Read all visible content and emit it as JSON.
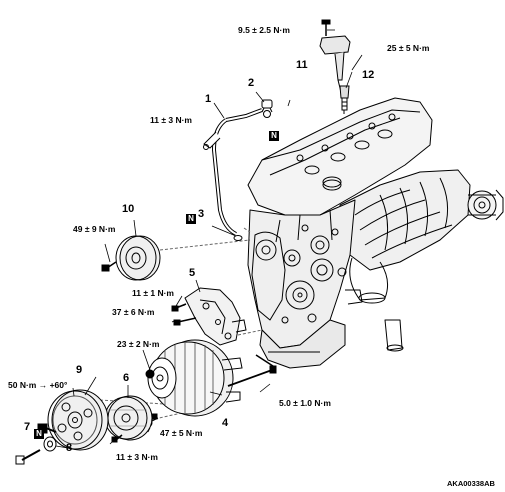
{
  "parts": [
    {
      "id": "1",
      "label": "1"
    },
    {
      "id": "2",
      "label": "2"
    },
    {
      "id": "3",
      "label": "3"
    },
    {
      "id": "4",
      "label": "4"
    },
    {
      "id": "5",
      "label": "5"
    },
    {
      "id": "6",
      "label": "6"
    },
    {
      "id": "7",
      "label": "7"
    },
    {
      "id": "8",
      "label": "8"
    },
    {
      "id": "9",
      "label": "9"
    },
    {
      "id": "10",
      "label": "10"
    },
    {
      "id": "11",
      "label": "11"
    },
    {
      "id": "12",
      "label": "12"
    }
  ],
  "torques": {
    "coil_bolt": "9.5 ± 2.5 N·m",
    "spark_plug": "25 ± 5 N·m",
    "pipe_bolt": "11 ± 3 N·m",
    "idler_bolt": "49 ± 9 N·m",
    "bracket_bolt_a": "11 ± 1 N·m",
    "bracket_bolt_b": "37 ± 6 N·m",
    "alt_bolt_a": "23 ± 2 N·m",
    "alt_nut": "50 N·m → +60°",
    "alt_bolt_b": "47 ± 5 N·m",
    "pulley_bolt": "11 ± 3 N·m",
    "stud": "5.0 ± 1.0 N·m"
  },
  "marks": {
    "new_part": "N"
  },
  "figure_code": "AKA00338AB"
}
